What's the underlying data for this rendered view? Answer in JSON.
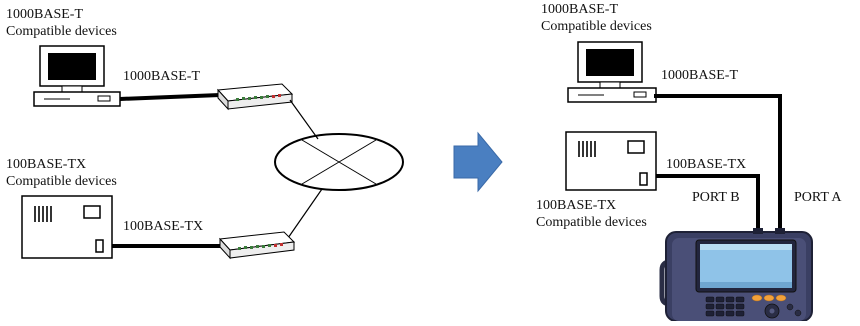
{
  "left": {
    "gig_device_label_line1": "1000BASE-T",
    "gig_device_label_line2": "Compatible devices",
    "gig_link_label": "1000BASE-T",
    "fast_device_label_line1": "100BASE-TX",
    "fast_device_label_line2": "Compatible devices",
    "fast_link_label": "100BASE-TX"
  },
  "right": {
    "gig_device_label_line1": "1000BASE-T",
    "gig_device_label_line2": "Compatible devices",
    "gig_link_label": "1000BASE-T",
    "fast_device_label_line1": "100BASE-TX",
    "fast_device_label_line2": "Compatible devices",
    "fast_link_label": "100BASE-TX",
    "port_b_label": "PORT B",
    "port_a_label": "PORT A"
  },
  "colors": {
    "arrow": "#4a7fc1",
    "tester_body": "#3a3f63",
    "tester_screen": "#8fc3e8",
    "button_orange": "#f2a13a"
  },
  "icons": [
    "desktop-computer-icon",
    "network-switch-icon",
    "network-cloud-icon",
    "device-box-icon",
    "network-tester-icon",
    "right-arrow-icon"
  ]
}
